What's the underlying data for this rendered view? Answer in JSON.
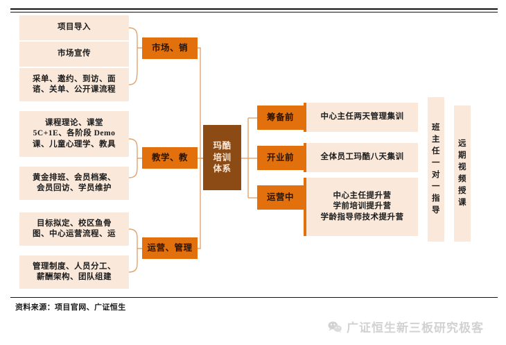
{
  "figure": {
    "source_note": "资料来源：项目官网、广证恒生",
    "watermark_text": "广证恒生新三板研究极客",
    "watermark_icon": "wechat-icon"
  },
  "colors": {
    "orange": "#E2700C",
    "brown": "#8C4A14",
    "peach": "#FAE9DA",
    "line": "#E2A36A",
    "rule": "#101010",
    "watermark": "#D2D2D2"
  },
  "center_node": {
    "lines": [
      "玛酷",
      "培训",
      "体系"
    ]
  },
  "left_branches": [
    {
      "hub_label": "市场、销",
      "items": [
        {
          "lines": [
            "项目导入"
          ]
        },
        {
          "lines": [
            "市场宣传"
          ]
        },
        {
          "lines": [
            "采单、邀约、到访、面",
            "谘、关单、公开课流程"
          ]
        }
      ]
    },
    {
      "hub_label": "教学、教",
      "items": [
        {
          "lines": [
            "课程理论、课堂",
            "5C+1E、各阶段 Demo",
            "课、儿童心理学、教具"
          ]
        },
        {
          "lines": [
            "黄金排班、会员档案、",
            "会员回访、学员维护"
          ]
        }
      ]
    },
    {
      "hub_label": "运营、管理",
      "items": [
        {
          "lines": [
            "目标拟定、校区鱼骨",
            "图、中心运营流程、运"
          ]
        },
        {
          "lines": [
            "管理制度、人员分工、",
            "薪酬架构、团队组建"
          ]
        }
      ]
    }
  ],
  "right_branches": [
    {
      "stage_label": "筹备前",
      "detail_lines": [
        "中心主任两天管理集训"
      ]
    },
    {
      "stage_label": "开业前",
      "detail_lines": [
        "全体员工玛酷八天集训"
      ]
    },
    {
      "stage_label": "运营中",
      "detail_lines": [
        "中心主任提升营",
        "学前培训提升营",
        "学龄指导师技术提升营"
      ]
    }
  ],
  "right_vertical_boxes": [
    {
      "chars": [
        "班",
        "主",
        "任",
        "一",
        "对",
        "一",
        "指",
        "导"
      ]
    },
    {
      "chars": [
        "远",
        "期",
        "视",
        "频",
        "授",
        "课"
      ]
    }
  ]
}
